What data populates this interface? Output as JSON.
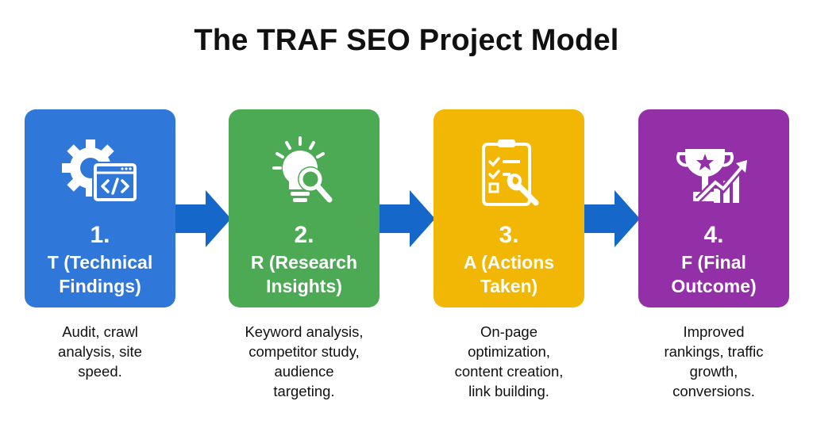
{
  "title": "The TRAF SEO Project Model",
  "colors": {
    "blue": "#2f78d9",
    "green": "#4caa55",
    "yellow": "#f2b705",
    "purple": "#9330a8",
    "arrow": "#1567c9"
  },
  "steps": [
    {
      "number": "1.",
      "label_line1": "T (Technical",
      "label_line2": "Findings)",
      "icon": "gear-code-window-icon",
      "desc": [
        "Audit, crawl",
        "analysis, site",
        "speed."
      ]
    },
    {
      "number": "2.",
      "label_line1": "R (Research",
      "label_line2": "Insights)",
      "icon": "lightbulb-magnifier-icon",
      "desc": [
        "Keyword analysis,",
        "competitor study,",
        "audience",
        "targeting."
      ]
    },
    {
      "number": "3.",
      "label_line1": "A (Actions",
      "label_line2": "Taken)",
      "icon": "clipboard-wrench-icon",
      "desc": [
        "On-page",
        "optimization,",
        "content creation,",
        "link building."
      ]
    },
    {
      "number": "4.",
      "label_line1": "F (Final",
      "label_line2": "Outcome)",
      "icon": "trophy-growth-icon",
      "desc": [
        "Improved",
        "rankings, traffic",
        "growth,",
        "conversions."
      ]
    }
  ]
}
